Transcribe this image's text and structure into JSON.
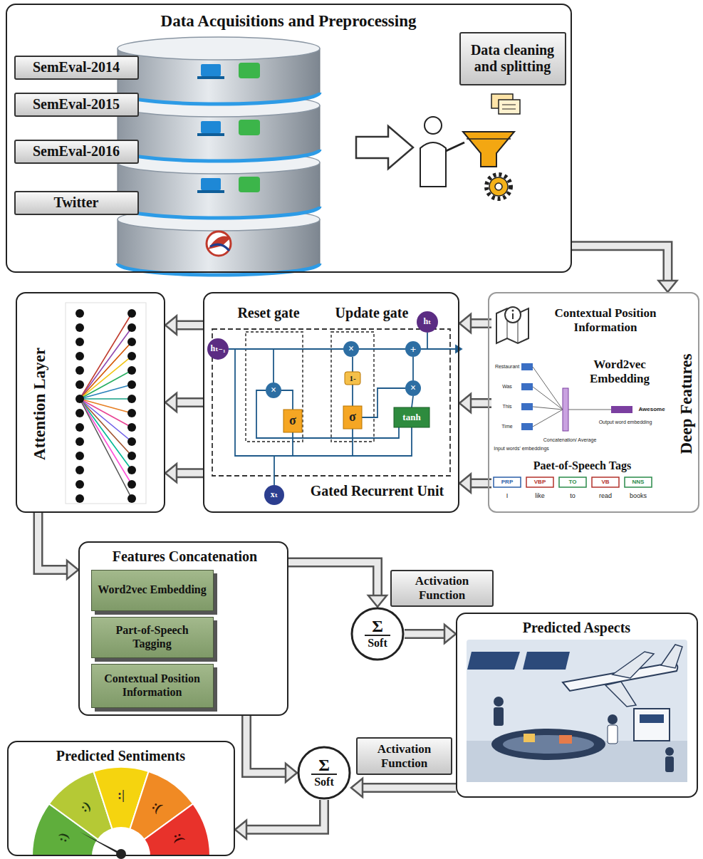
{
  "diagram": {
    "nodes": [
      {
        "text": [
          "Data Acquisitions and Preprocessing"
        ]
      },
      {
        "text": [
          "SemEval-2014"
        ],
        "in": 0
      },
      {
        "text": [
          "SemEval-2015"
        ],
        "in": 0
      },
      {
        "text": [
          "SemEval-2016"
        ],
        "in": 0
      },
      {
        "text": [
          "Twitter"
        ],
        "in": 0
      },
      {
        "text": [
          "Data cleaning and splitting"
        ],
        "in": 0
      },
      {
        "text": [
          "Attention Layer"
        ]
      },
      {
        "text": [
          "Reset gate",
          "Update gate",
          "Gated Recurrent Unit"
        ]
      },
      {
        "text": [
          "Deep Features"
        ]
      },
      {
        "text": [
          "Contextual Position Information"
        ],
        "in": 8
      },
      {
        "text": [
          "Word2vec Embedding"
        ],
        "in": 8
      },
      {
        "text": [
          "Paet-of-Speech Tags"
        ],
        "in": 8
      },
      {
        "text": [
          "Features Concatenation"
        ]
      },
      {
        "text": [
          "Word2vec Embedding"
        ],
        "in": 12
      },
      {
        "text": [
          "Part-of-Speech Tagging"
        ],
        "in": 12
      },
      {
        "text": [
          "Contextual Position Information"
        ],
        "in": 12
      },
      {
        "text": [
          "Activation Function"
        ]
      },
      {
        "text": [
          "Σ",
          "Soft"
        ]
      },
      {
        "text": [
          "Predicted Aspects"
        ]
      },
      {
        "text": [
          "Activation Function"
        ]
      },
      {
        "text": [
          "Σ",
          "Soft"
        ]
      },
      {
        "text": [
          "Predicted Sentiments"
        ]
      }
    ],
    "edges": [
      {
        "from": 0,
        "to": 8,
        "arrow": "to"
      },
      {
        "from": 9,
        "to": 7,
        "arrow": "to"
      },
      {
        "from": 10,
        "to": 7,
        "arrow": "to"
      },
      {
        "from": 11,
        "to": 7,
        "arrow": "to"
      },
      {
        "from": 7,
        "to": 6,
        "arrow": "to"
      },
      {
        "from": 7,
        "to": 6,
        "arrow": "to"
      },
      {
        "from": 7,
        "to": 6,
        "arrow": "to"
      },
      {
        "from": 6,
        "to": 12,
        "arrow": "to"
      },
      {
        "from": 12,
        "to": 17,
        "arrow": "to"
      },
      {
        "from": 17,
        "to": 18,
        "arrow": "to"
      },
      {
        "from": 12,
        "to": 20,
        "arrow": "to"
      },
      {
        "from": 18,
        "to": 20,
        "arrow": "to"
      },
      {
        "from": 20,
        "to": 21,
        "arrow": "to"
      }
    ],
    "labels": [
      "PRP",
      "VBP",
      "TO",
      "VB",
      "NNS",
      "I",
      "like",
      "to",
      "read",
      "books",
      "Restaurant",
      "Was",
      "This",
      "Time",
      "Awesome",
      "Input words' embeddings",
      "Concatenation/ Average",
      "Output word embedding",
      "hₜ₋₁",
      "hₜ",
      "xₜ",
      "σ",
      "σ",
      "tanh",
      "1-",
      "×",
      "×",
      "×",
      "+",
      ":)",
      ":)",
      ":|",
      ":(",
      ":("
    ]
  }
}
